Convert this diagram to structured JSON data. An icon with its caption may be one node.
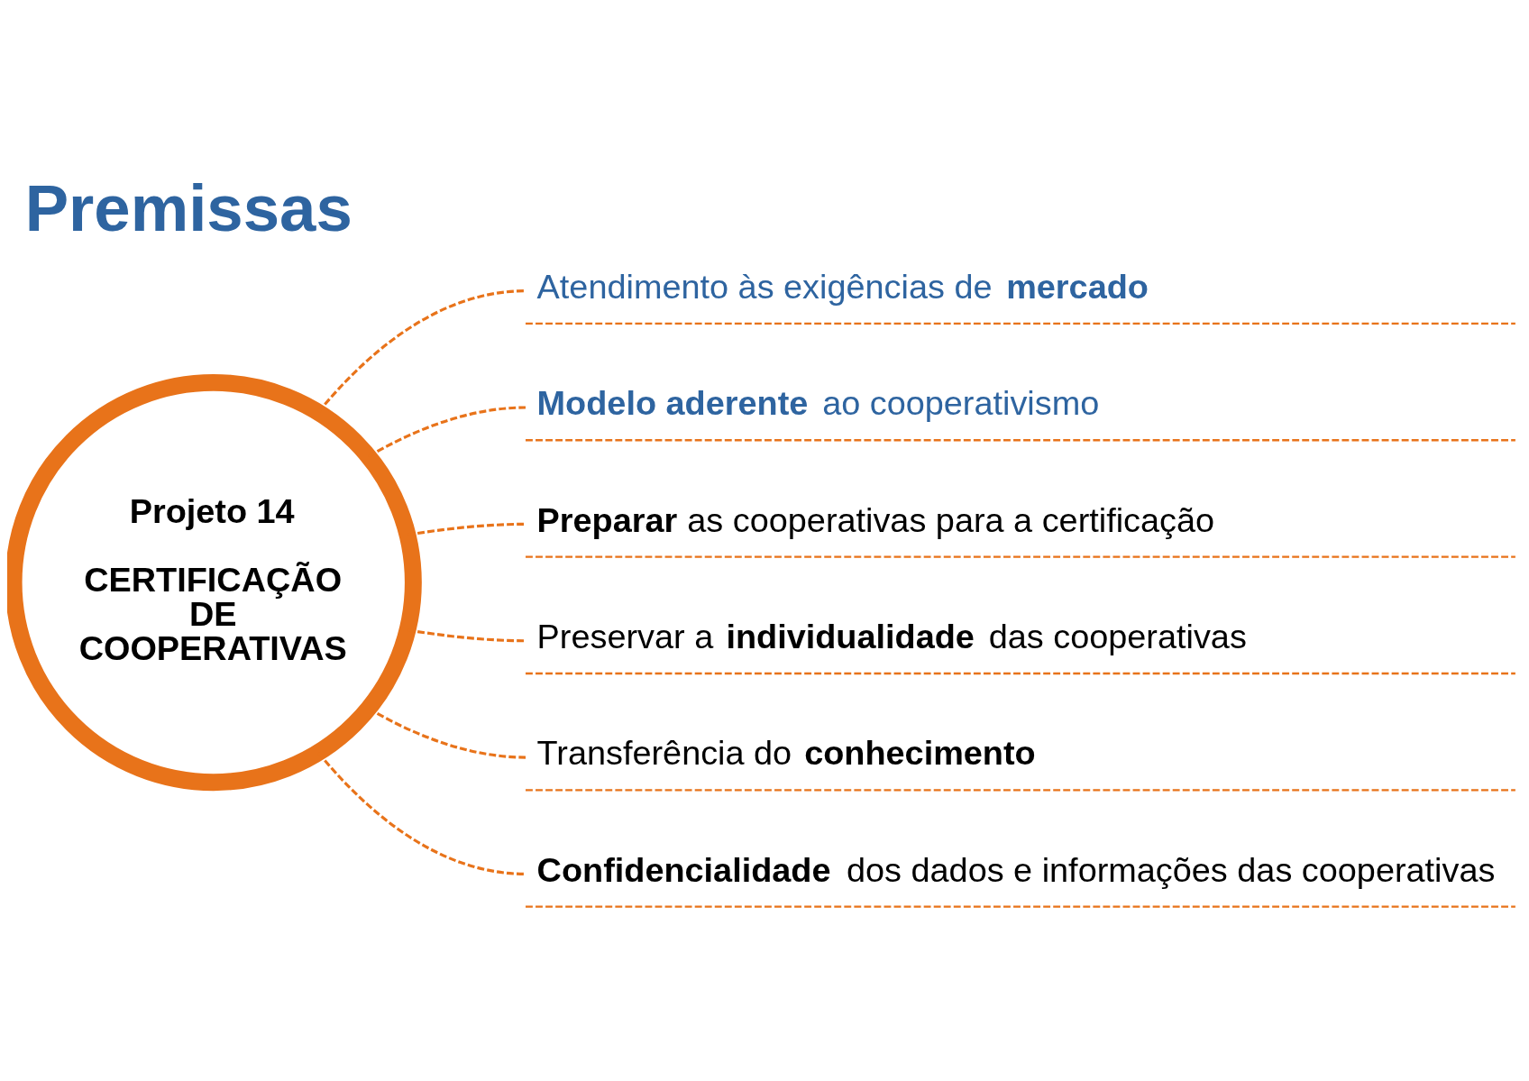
{
  "diagram": {
    "title": "Premissas",
    "nodes": [
      {
        "text": [
          "Projeto 14",
          "CERTIFICAÇÃO DE COOPERATIVAS"
        ]
      },
      {
        "text": [
          "Atendimento às exigências de **mercado**"
        ]
      },
      {
        "text": [
          "**Modelo aderente** ao cooperativismo"
        ]
      },
      {
        "text": [
          "**Preparar** as cooperativas para a certificação"
        ]
      },
      {
        "text": [
          "Preservar a **individualidade** das cooperativas"
        ]
      },
      {
        "text": [
          "Transferência do **conhecimento**"
        ]
      },
      {
        "text": [
          "**Confidencialidade** dos dados e informações das cooperativas"
        ]
      }
    ],
    "edges": [
      {
        "from": 0,
        "to": 1,
        "arrow": "none",
        "style": "dashed",
        "color": "#e8731a"
      },
      {
        "from": 0,
        "to": 2,
        "arrow": "none",
        "style": "dashed",
        "color": "#e8731a"
      },
      {
        "from": 0,
        "to": 3,
        "arrow": "none",
        "style": "dashed",
        "color": "#e8731a"
      },
      {
        "from": 0,
        "to": 4,
        "arrow": "none",
        "style": "dashed",
        "color": "#e8731a"
      },
      {
        "from": 0,
        "to": 5,
        "arrow": "none",
        "style": "dashed",
        "color": "#e8731a"
      },
      {
        "from": 0,
        "to": 6,
        "arrow": "none",
        "style": "dashed",
        "color": "#e8731a"
      }
    ]
  }
}
